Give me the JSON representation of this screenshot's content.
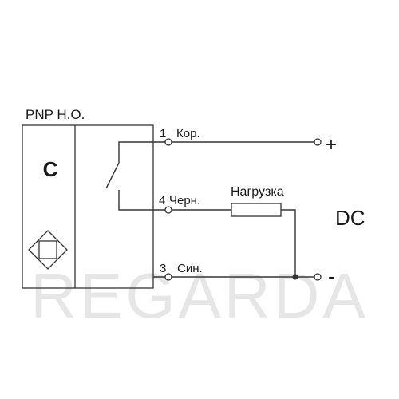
{
  "diagram": {
    "sensor_type": "PNP Н.О.",
    "sensor_letter": "C",
    "terminals": {
      "t1_number": "1",
      "t1_label": "Кор.",
      "t4_number": "4",
      "t4_label": "Черн.",
      "t3_number": "3",
      "t3_label": "Син."
    },
    "load_label": "Нагрузка",
    "plus_sign": "+",
    "minus_sign": "-",
    "supply_label": "DC"
  },
  "watermark": "REGARDA",
  "colors": {
    "line": "#333333",
    "text": "#1a1a1a",
    "watermark": "#e6e6e6"
  },
  "icons": {
    "sensor_symbol": "inductive-sensor-diamond-icon",
    "switch": "no-switch-icon",
    "load": "resistor-icon"
  }
}
